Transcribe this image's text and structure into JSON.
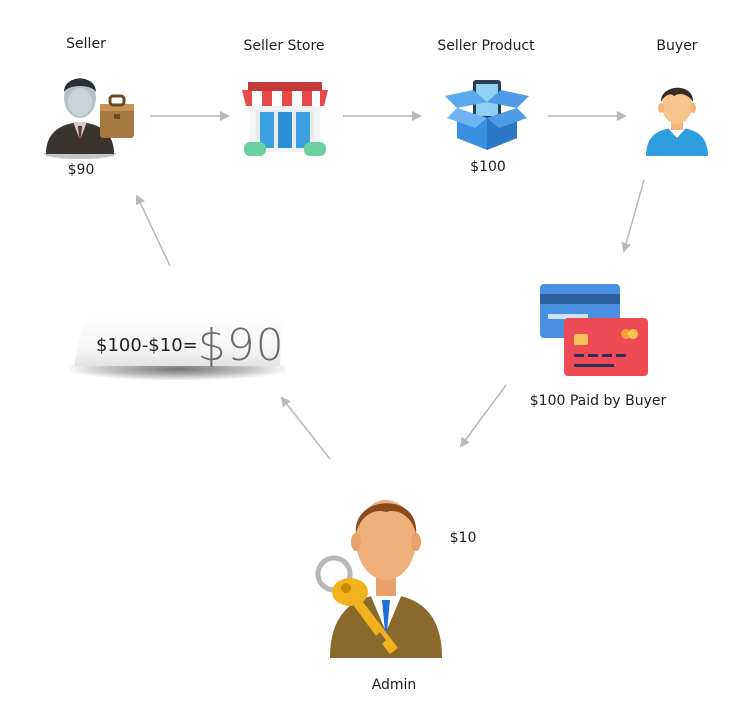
{
  "nodes": {
    "seller": {
      "label": "Seller",
      "amount": "$90",
      "icon": "businessman-briefcase-icon"
    },
    "seller_store": {
      "label": "Seller Store",
      "icon": "storefront-icon"
    },
    "seller_product": {
      "label": "Seller Product",
      "amount": "$100",
      "icon": "product-box-phone-icon"
    },
    "buyer": {
      "label": "Buyer",
      "icon": "buyer-avatar-icon"
    },
    "payment": {
      "label": "$100 Paid by Buyer",
      "icon": "credit-cards-icon"
    },
    "admin": {
      "label": "Admin",
      "amount": "$10",
      "icon": "admin-key-icon"
    }
  },
  "formula": {
    "left": "$100-$10=",
    "result": "$90"
  },
  "colors": {
    "arrow": "#b9b9b9",
    "store_awning": "#e84a4a",
    "box_blue": "#3a8fe0",
    "card_red": "#ef4b55",
    "card_blue": "#4a90e2"
  }
}
